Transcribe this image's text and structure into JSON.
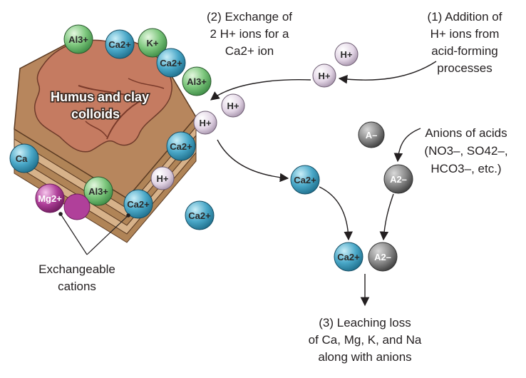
{
  "colors": {
    "ca": "#4aa8c8",
    "al": "#7cc67c",
    "k": "#8dc88a",
    "h": "#d9c8dc",
    "mg": "#b0409a",
    "anion": "#8a8a8a",
    "colloid_top": "#c57b61",
    "colloid_side": "#b08457",
    "text": "#231f20"
  },
  "labels": {
    "step1": [
      "(1) Addition of",
      "H+ ions from",
      "acid-forming",
      "processes"
    ],
    "step2": [
      "(2) Exchange of",
      "2 H+ ions for a",
      "Ca2+ ion"
    ],
    "step3": [
      "(3) Leaching loss",
      "of Ca, Mg, K, and Na",
      "along with anions"
    ],
    "anions_line1": "Anions of acids",
    "anions_line2": "(NO3–, SO42–,",
    "anions_line3": "HCO3–, etc.)",
    "colloid_line1": "Humus and clay",
    "colloid_line2": "colloids",
    "exchangeable_line1": "Exchangeable",
    "exchangeable_line2": "cations"
  },
  "ions": {
    "h": "H+",
    "ca": "Ca2+",
    "al": "Al3+",
    "k": "K+",
    "mg": "Mg2+",
    "ca_partial": "Ca",
    "a_minus": "A–",
    "a2_minus": "A2–"
  }
}
